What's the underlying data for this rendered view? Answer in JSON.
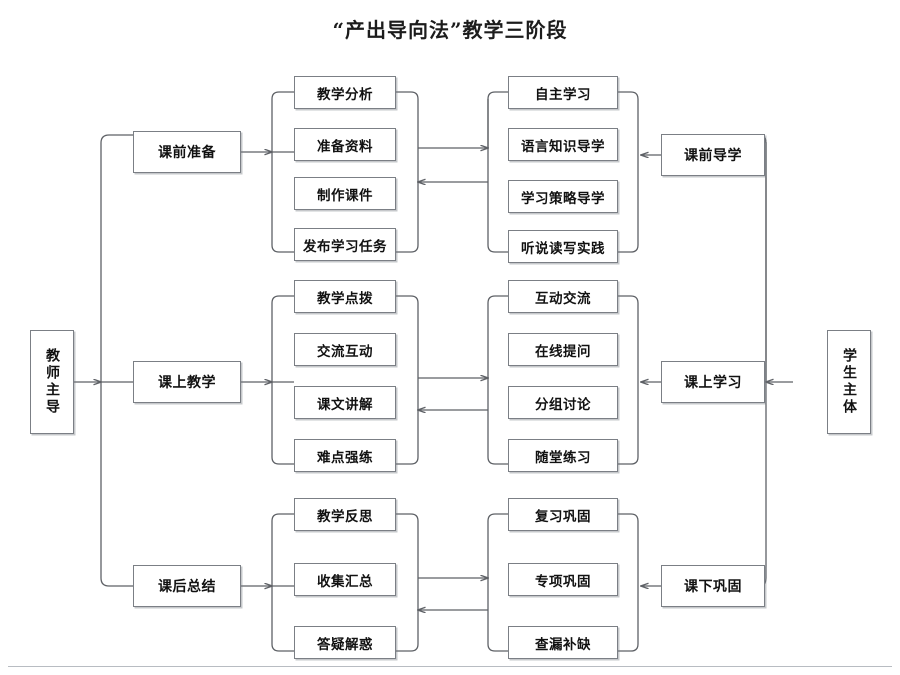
{
  "title": "“产出导向法”教学三阶段",
  "colors": {
    "box_border": "#7b7f85",
    "connector": "#5e6166",
    "text": "#111111",
    "background": "#ffffff"
  },
  "actors": {
    "teacher": {
      "label": "教师主导",
      "orientation": "vertical"
    },
    "student": {
      "label": "学生主体",
      "orientation": "vertical"
    }
  },
  "stages": [
    {
      "id": "pre-class",
      "teacher_stage": "课前准备",
      "student_stage": "课前导学",
      "teacher_activities": [
        "教学分析",
        "准备资料",
        "制作课件",
        "发布学习任务"
      ],
      "student_activities": [
        "自主学习",
        "语言知识导学",
        "学习策略导学",
        "听说读写实践"
      ]
    },
    {
      "id": "in-class",
      "teacher_stage": "课上教学",
      "student_stage": "课上学习",
      "teacher_activities": [
        "教学点拨",
        "交流互动",
        "课文讲解",
        "难点强练"
      ],
      "student_activities": [
        "互动交流",
        "在线提问",
        "分组讨论",
        "随堂练习"
      ]
    },
    {
      "id": "after-class",
      "teacher_stage": "课后总结",
      "student_stage": "课下巩固",
      "teacher_activities": [
        "教学反思",
        "收集汇总",
        "答疑解惑"
      ],
      "student_activities": [
        "复习巩固",
        "专项巩固",
        "查漏补缺"
      ]
    }
  ]
}
